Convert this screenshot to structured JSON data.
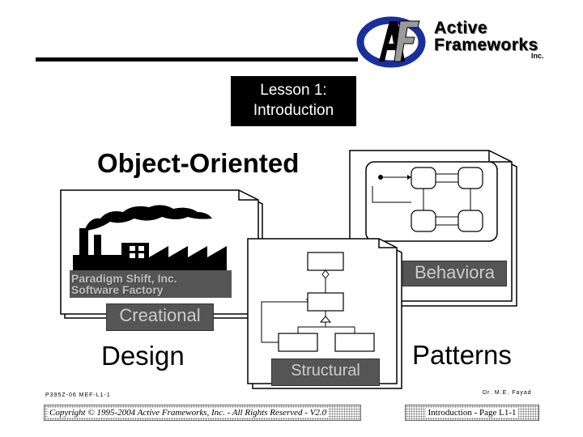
{
  "logo": {
    "initials": "AF",
    "line1": "Active",
    "line2": "Frameworks",
    "inc": "Inc."
  },
  "lesson": {
    "line1": "Lesson 1:",
    "line2": "Introduction"
  },
  "titles": {
    "object_oriented": "Object-Oriented",
    "design": "Design",
    "patterns": "Patterns"
  },
  "pattern_labels": {
    "behavioral": "Behaviora",
    "creational": "Creational",
    "structural": "Structural"
  },
  "factory": {
    "caption_line1": "Paradigm Shift, Inc.",
    "caption_line2": "Software Factory"
  },
  "footer": {
    "code": "P395Z-06 MEF-L1-1",
    "author": "Dr. M.E. Fayad",
    "copyright": "Copyright © 1995-2004 Active Frameworks, Inc. - All Rights Reserved - V2.0",
    "page": "Introduction - Page L1-1"
  },
  "colors": {
    "logo_blue": "#1a2f9c",
    "label_band": "#555555",
    "label_text": "#cccccc"
  }
}
